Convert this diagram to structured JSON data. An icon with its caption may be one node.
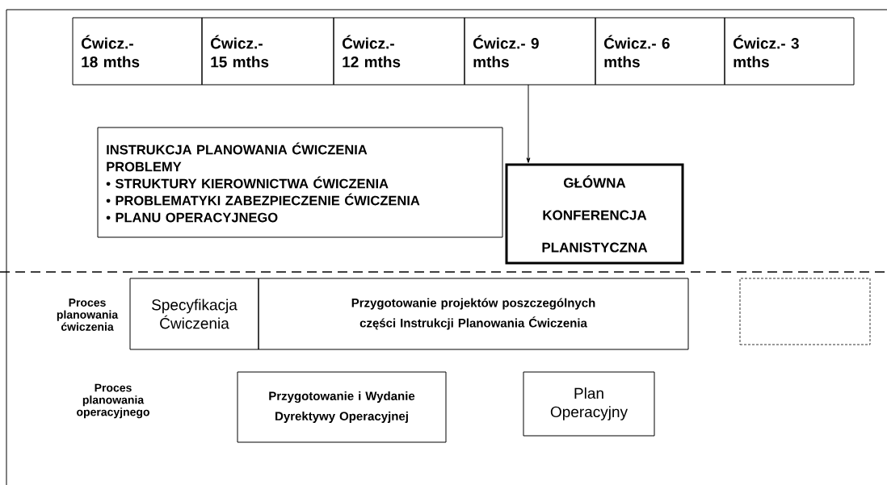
{
  "diagram": {
    "nodes": [
      {
        "text": [
          "Ćwicz.- 18 mths"
        ]
      },
      {
        "text": [
          "Ćwicz.- 15 mths"
        ]
      },
      {
        "text": [
          "Ćwicz.- 12 mths"
        ]
      },
      {
        "text": [
          "Ćwicz.- 9 mths"
        ]
      },
      {
        "text": [
          "Ćwicz.- 6 mths"
        ]
      },
      {
        "text": [
          "Ćwicz.- 3 mths"
        ]
      },
      {
        "text": [
          "INSTRUKCJA PLANOWANIA ĆWICZENIA",
          "PROBLEMY",
          "• STRUKTURY KIEROWNICTWA ĆWICZENIA",
          "• PROBLEMATYKI ZABEZPIECZENIE ĆWICZENIA",
          "• PLANU OPERACYJNEGO"
        ]
      },
      {
        "text": [
          "GŁÓWNA KONFERENCJA PLANISTYCZNA"
        ]
      },
      {
        "text": [
          "Specyfikacja Ćwiczenia"
        ]
      },
      {
        "text": [
          "Przygotowanie projektów poszczególnych części Instrukcji Planowania Ćwiczenia"
        ]
      },
      {
        "text": [],
        "shape": "box"
      },
      {
        "text": [
          "Przygotowanie i Wydanie Dyrektywy Operacyjnej"
        ]
      },
      {
        "text": [
          "Plan Operacyjny"
        ]
      }
    ],
    "edges": [
      {
        "from": 3,
        "to": 7,
        "arrow": "to"
      }
    ],
    "labels": [
      "Proces planowania ćwiczenia",
      "Proces planowania operacyjnego"
    ]
  }
}
